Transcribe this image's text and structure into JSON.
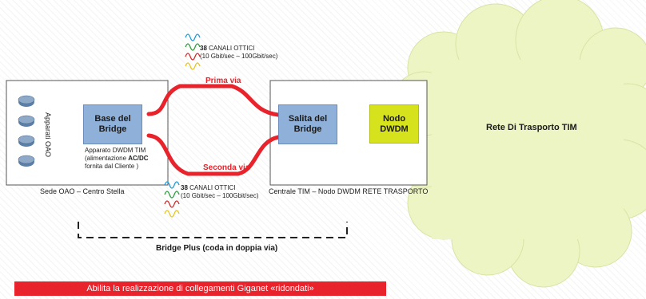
{
  "left_site": {
    "equipment_label": "Apparati OAO",
    "caption": "Sede OAO – Centro Stella",
    "bridge_box": "Base del\nBridge",
    "dwdm_note_line1": "Apparato DWDM TIM",
    "dwdm_note_line2_pre": "(alimentazione ",
    "dwdm_note_line2_bold": "AC/DC",
    "dwdm_note_line3": "fornita dal Cliente )"
  },
  "right_site": {
    "caption": "Centrale TIM – Nodo DWDM RETE TRASPORTO",
    "bridge_box": "Salita del\nBridge",
    "node_box": "Nodo\nDWDM"
  },
  "paths": {
    "top_label": "Prima via",
    "bottom_label": "Seconda via"
  },
  "channels_top": {
    "count": "38",
    "label": "CANALI OTTICI",
    "rate": "(10 Gbit/sec – 100Gbit/sec)"
  },
  "channels_bottom": {
    "count": "38",
    "label": "CANALI OTTICI",
    "rate": "(10 Gbit/sec – 100Gbit/sec)"
  },
  "cloud_label": "Rete Di Trasporto TIM",
  "bracket_label": "Bridge Plus (coda in doppia via)",
  "banner_text": "Abilita la realizzazione di collegamenti Giganet «ridondati»",
  "colors": {
    "red": "#e8232b",
    "box_blue": "#8fb0d8",
    "node_green": "#d6e21c",
    "cloud": "#eef5c4"
  },
  "icons": [
    "router-icon",
    "router-icon",
    "router-icon",
    "router-icon",
    "wave-icon"
  ]
}
